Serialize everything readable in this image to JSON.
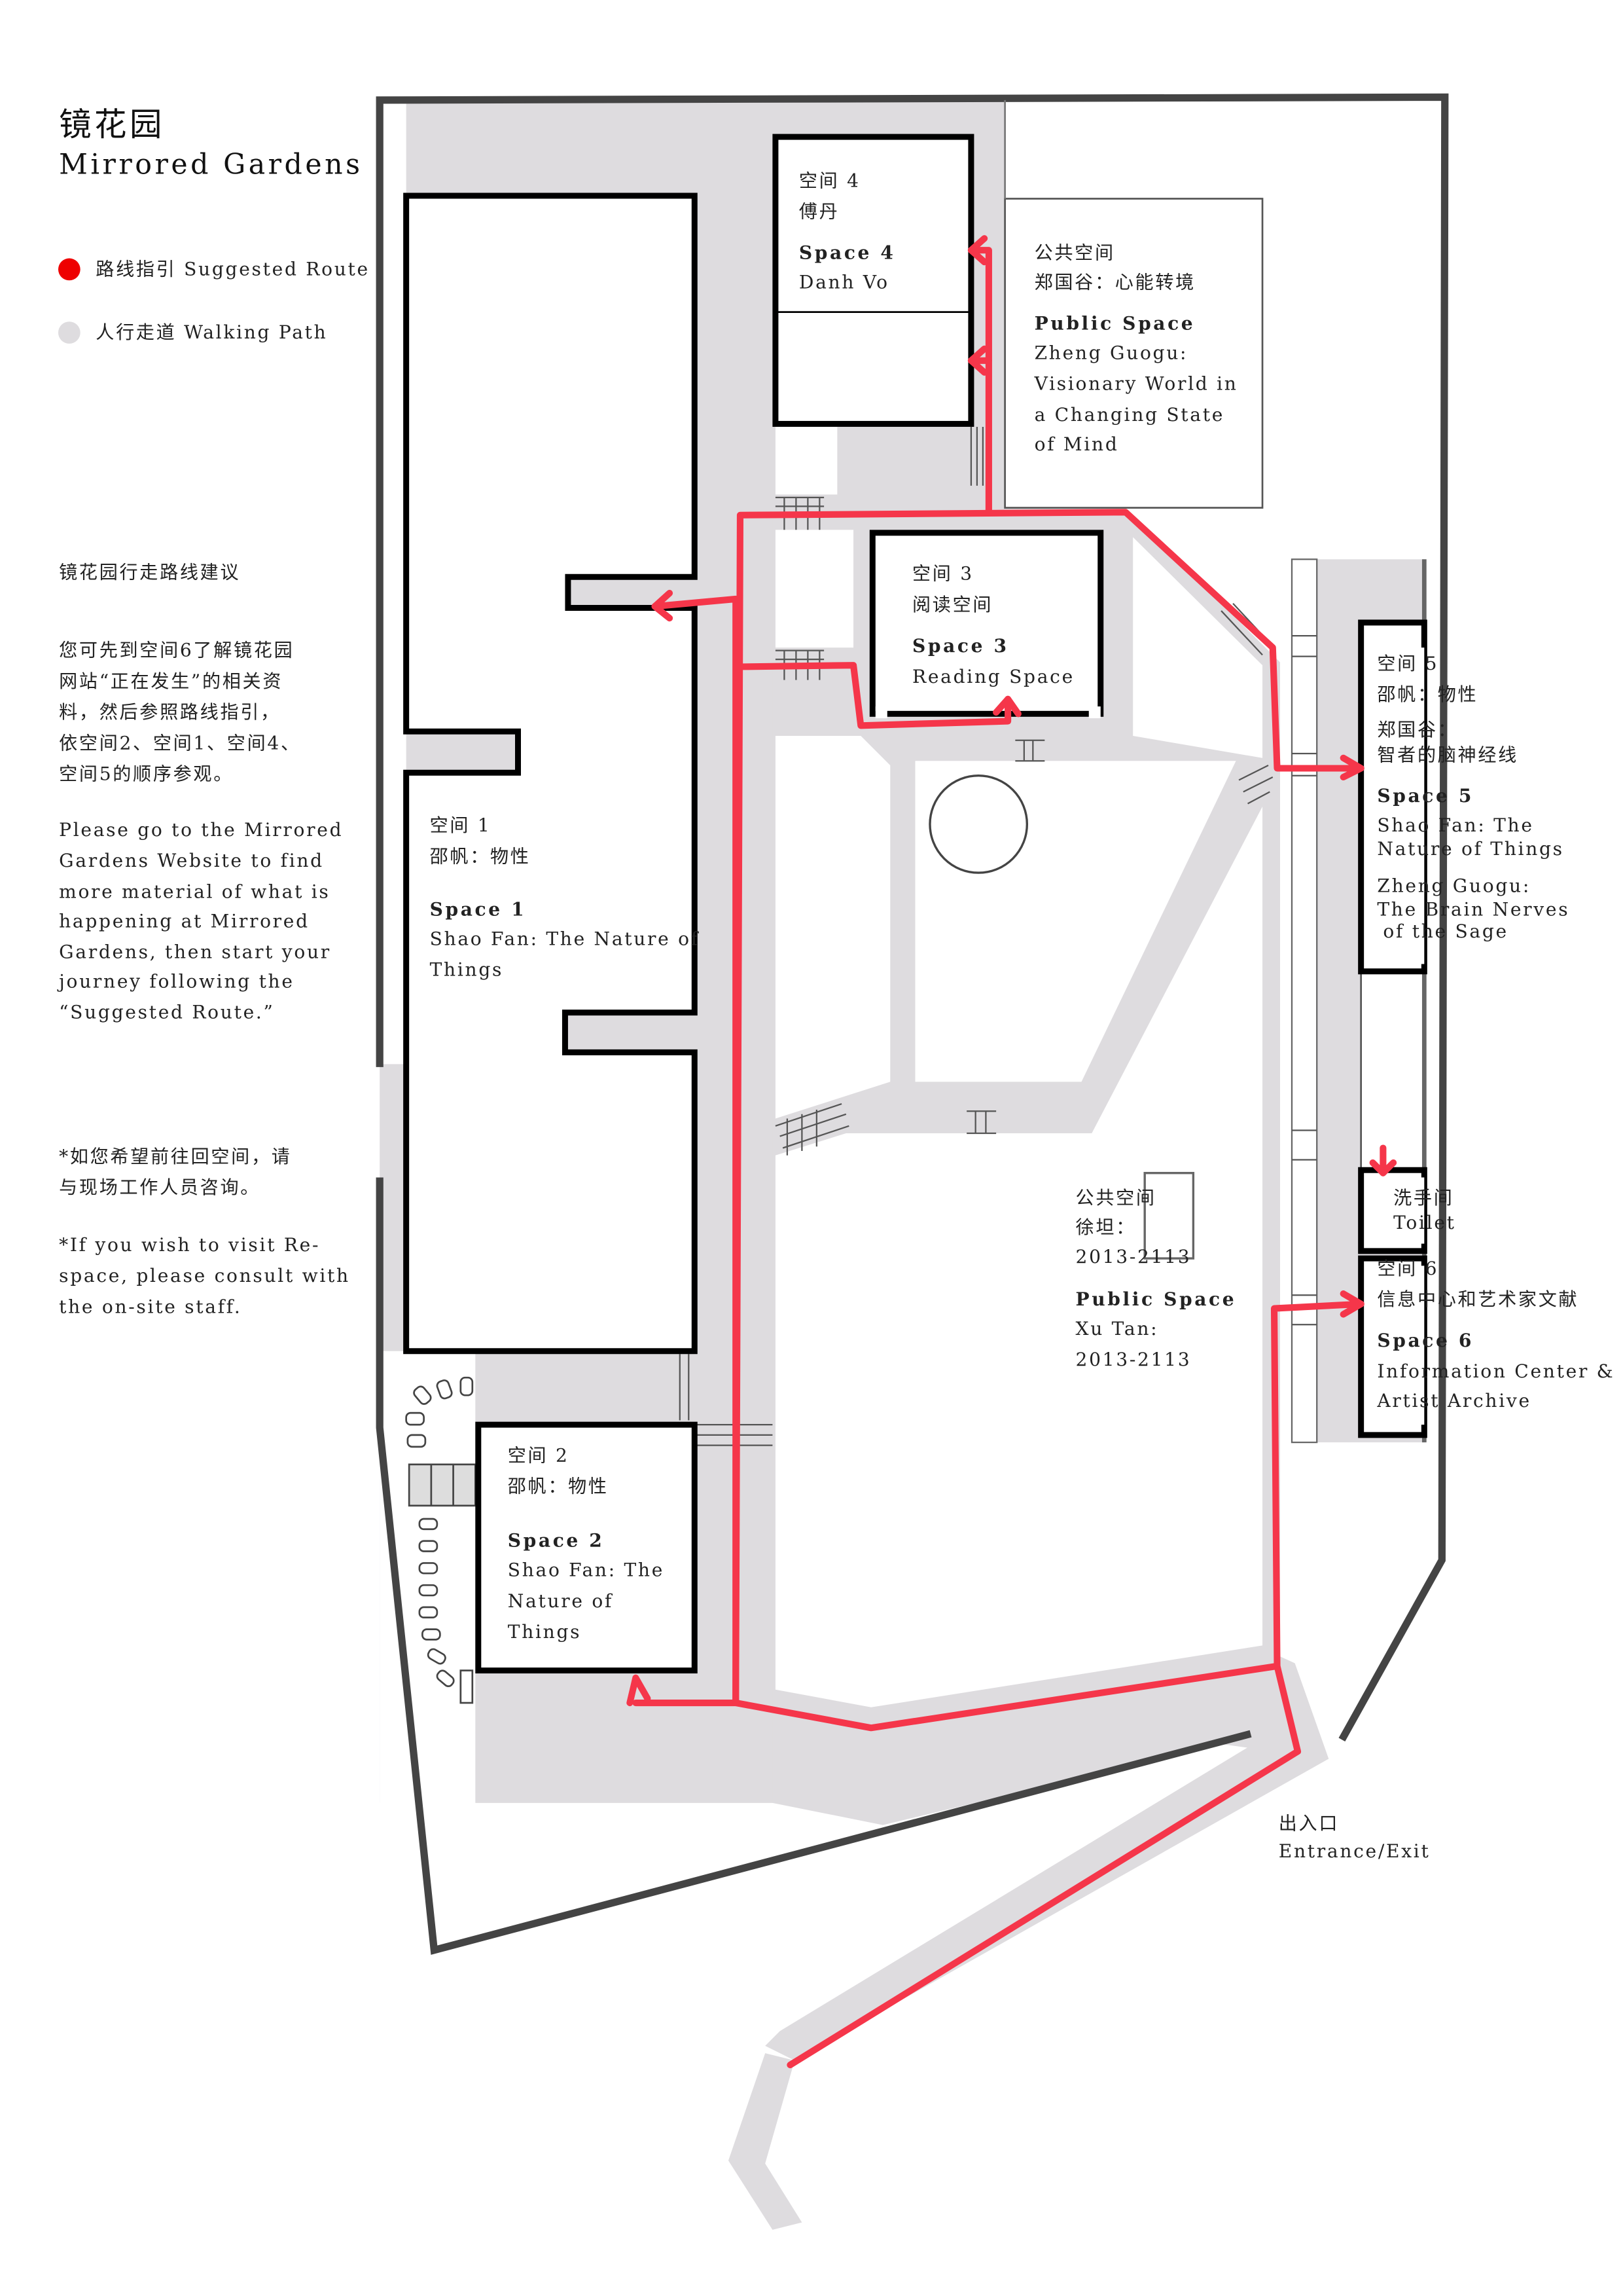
{
  "header": {
    "title_zh": "镜花园",
    "title_en": "Mirrored Gardens"
  },
  "legend": [
    {
      "label": "路线指引 Suggested Route",
      "color": "#ee0000"
    },
    {
      "label": "人行走道 Walking Path",
      "color": "#dedcdf"
    }
  ],
  "guide": {
    "heading": "镜花园行走路线建议",
    "zh": [
      "您可先到空间6了解镜花园",
      "网站“正在发生”的相关资",
      "料，然后参照路线指引，",
      "依空间2、空间1、空间4、",
      "空间5的顺序参观。"
    ],
    "en": [
      "Please go to the Mirrored",
      "Gardens Website to find",
      "more material of what is",
      "happening at Mirrored",
      "Gardens, then start your",
      "journey following the",
      "“Suggested Route.”"
    ]
  },
  "notes": {
    "zh": [
      "*如您希望前往回空间，请",
      "与现场工作人员咨询。"
    ],
    "en": [
      "*If you wish to visit Re-",
      "space, please consult with",
      "the on-site staff."
    ]
  },
  "spaces": {
    "space4": {
      "zh_title": "空间 4",
      "zh_artist": "傅丹",
      "en_title": "Space 4",
      "en_artist": "Danh Vo"
    },
    "public_top": {
      "zh_title": "公共空间",
      "zh_work": "郑国谷：心能转境",
      "en_title": "Public Space",
      "en_lines": [
        "Zheng Guogu:",
        "Visionary World in",
        "a Changing State",
        "of Mind"
      ]
    },
    "space3": {
      "zh_title": "空间 3",
      "zh_name": "阅读空间",
      "en_title": "Space 3",
      "en_name": "Reading Space"
    },
    "space1": {
      "zh_title": "空间 1",
      "zh_work": "邵帆：物性",
      "en_title": "Space 1",
      "en_lines": [
        "Shao Fan: The Nature of",
        "Things"
      ]
    },
    "space5": {
      "zh_title": "空间 5",
      "zh_work1": "邵帆：物性",
      "zh_work2a": "郑国谷：",
      "zh_work2b": "智者的脑神经线",
      "en_title": "Space 5",
      "en_lines": [
        "Shao Fan: The",
        "Nature of Things",
        "Zheng Guogu:",
        "The Brain Nerves",
        "of the Sage"
      ]
    },
    "toilet": {
      "zh": "洗手间",
      "en": "Toilet"
    },
    "space6": {
      "zh_title": "空间 6",
      "zh_name": "信息中心和艺术家文献",
      "en_title": "Space 6",
      "en_lines": [
        "Information Center &",
        "Artist Archive"
      ]
    },
    "public_mid": {
      "zh_title": "公共空间",
      "zh_artist": "徐坦：",
      "zh_years": "2013-2113",
      "en_title": "Public Space",
      "en_artist": "Xu Tan:",
      "en_years": "2013-2113"
    },
    "space2": {
      "zh_title": "空间 2",
      "zh_work": "邵帆：物性",
      "en_title": "Space 2",
      "en_lines": [
        "Shao Fan: The",
        "Nature of",
        "Things"
      ]
    },
    "entrance": {
      "zh": "出入口",
      "en": "Entrance/Exit"
    }
  }
}
